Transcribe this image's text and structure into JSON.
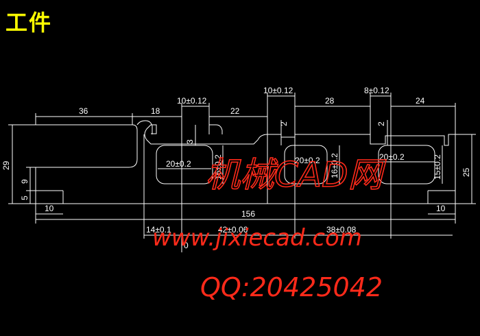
{
  "title": "工件",
  "dimensions": {
    "d36": "36",
    "d18": "18",
    "d10a": "10±0.12",
    "d22": "22",
    "d10b": "10±0.12",
    "d28": "28",
    "d8": "8±0.12",
    "d24": "24",
    "d29": "29",
    "d9": "9",
    "d5": "5",
    "d10l": "10",
    "d3": "3",
    "d20a": "20±0.2",
    "d16": "16±0.2",
    "d2a": "2",
    "d20b": "20±0.2",
    "d16b": "16±0.2",
    "d2b": "2",
    "d20c": "20±0.2",
    "d15": "15±0.2",
    "d25": "25",
    "d156": "156",
    "d10r": "10",
    "d14": "14±0.1",
    "d42": "42±0.06",
    "d38": "38±0.08",
    "d0": "0"
  },
  "watermark": {
    "line1": "机械CAD网",
    "line2": "www.jixiecad.com",
    "line3": "QQ:20425042"
  },
  "colors": {
    "background": "#000000",
    "title": "#ffff00",
    "lines": "#ffffff",
    "watermark": "#ff2a1a"
  }
}
